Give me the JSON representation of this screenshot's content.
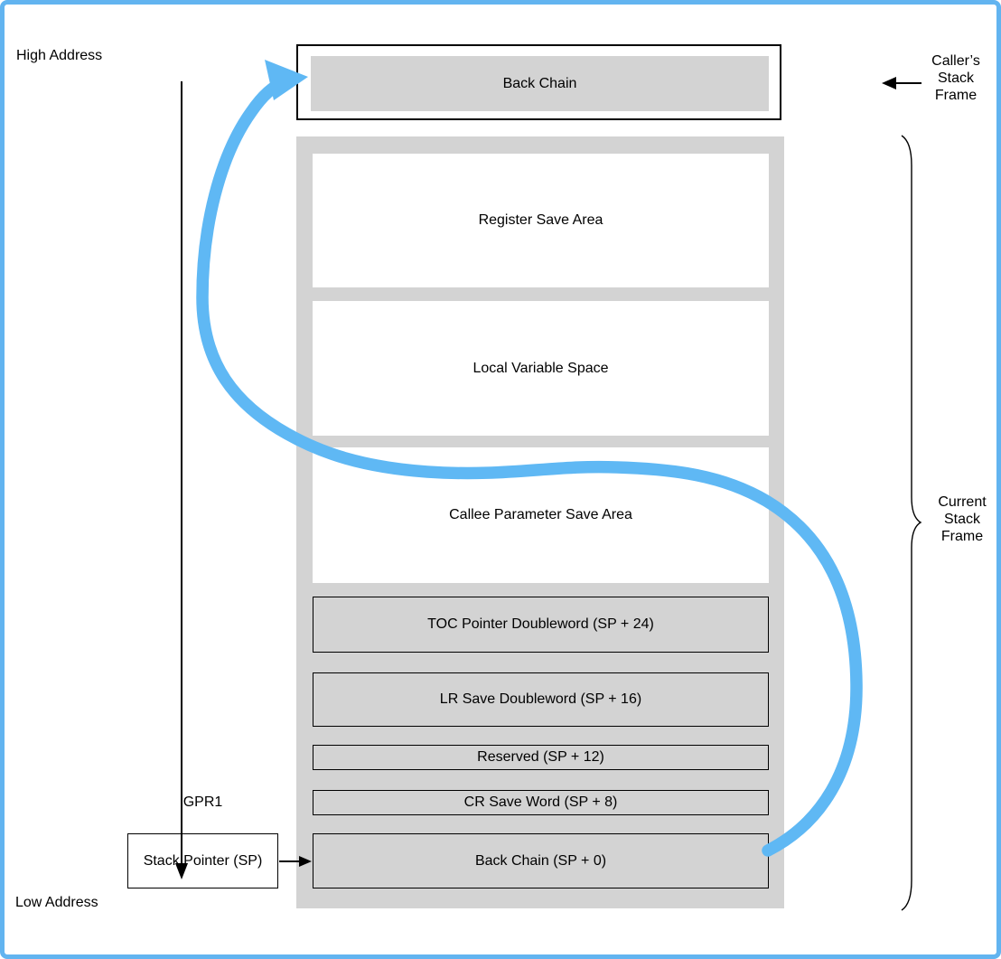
{
  "side_labels": {
    "high_address": "High Address",
    "low_address": "Low Address",
    "callers_stack_frame": "Caller’s\nStack\nFrame",
    "current_stack_frame": "Current\nStack\nFrame"
  },
  "caller_frame": {
    "back_chain_label": "Back Chain"
  },
  "stack_pointer": {
    "register_label": "GPR1",
    "box_label": "Stack Pointer (SP)"
  },
  "stack": {
    "boxes": [
      {
        "label": "Register Save Area",
        "fill": "white"
      },
      {
        "label": "Local Variable Space",
        "fill": "white"
      },
      {
        "label": "Callee Parameter Save Area",
        "fill": "white"
      },
      {
        "label": "TOC Pointer Doubleword (SP + 24)",
        "fill": "gray"
      },
      {
        "label": "LR Save Doubleword (SP + 16)",
        "fill": "gray"
      },
      {
        "label": "Reserved (SP + 12)",
        "fill": "gray"
      },
      {
        "label": "CR Save Word (SP + 8)",
        "fill": "gray"
      },
      {
        "label": "Back Chain (SP + 0)",
        "fill": "gray"
      }
    ]
  },
  "colors": {
    "gray_fill": "#d3d3d3",
    "blue_arrow": "#5fb8f4",
    "page_border": "#62b4f0",
    "line_black": "#000000"
  }
}
